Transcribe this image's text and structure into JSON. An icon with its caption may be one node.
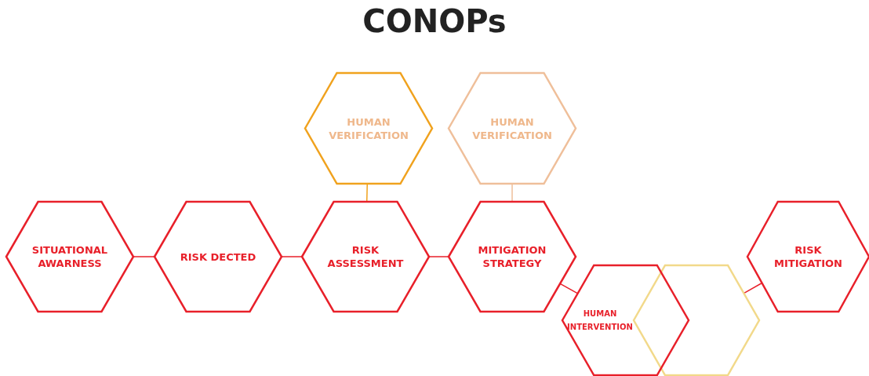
{
  "diagram": {
    "title": "CONOPs",
    "nodes": [
      {
        "text": [
          "SITUATIONAL AWARNESS"
        ]
      },
      {
        "text": [
          "RISK DECTED"
        ]
      },
      {
        "text": [
          "RISK ASSESSMENT"
        ]
      },
      {
        "text": [
          "MITIGATION STRATEGY"
        ]
      },
      {
        "text": [
          "HUMAN VERIFICATION"
        ]
      },
      {
        "text": [
          "HUMAN VERIFICATION"
        ]
      },
      {
        "text": [
          "HUMAN INTERVENTION"
        ]
      },
      {
        "text": [],
        "shape": "hexagon"
      },
      {
        "text": [
          "RISK MITIGATION"
        ]
      }
    ],
    "edges": [
      {
        "from": 0,
        "to": 1,
        "arrow": "none"
      },
      {
        "from": 1,
        "to": 2,
        "arrow": "none"
      },
      {
        "from": 2,
        "to": 3,
        "arrow": "none"
      },
      {
        "from": 4,
        "to": 2,
        "arrow": "none",
        "color": "#f0a21e"
      },
      {
        "from": 5,
        "to": 3,
        "arrow": "none",
        "color": "#efbf9a"
      },
      {
        "from": 3,
        "to": 6,
        "arrow": "none"
      },
      {
        "from": 7,
        "to": 8,
        "arrow": "none"
      }
    ]
  }
}
